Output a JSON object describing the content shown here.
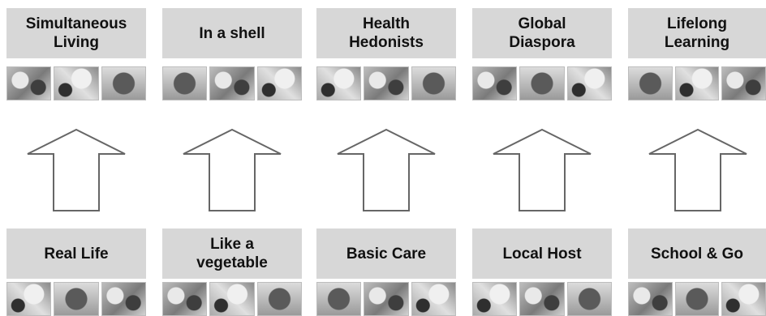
{
  "columns": [
    {
      "top": "Simultaneous\nLiving",
      "bottom": "Real Life"
    },
    {
      "top": "In a shell",
      "bottom": "Like a\nvegetable"
    },
    {
      "top": "Health\nHedonists",
      "bottom": "Basic Care"
    },
    {
      "top": "Global\nDiaspora",
      "bottom": "Local Host"
    },
    {
      "top": "Lifelong\nLearning",
      "bottom": "School & Go"
    }
  ],
  "icons": {
    "arrow": "up-arrow-outline-icon",
    "thumbnail": "photo-thumbnail-icon"
  },
  "colors": {
    "label_bg": "#d7d7d7",
    "arrow_stroke": "#666666",
    "text": "#111111"
  }
}
